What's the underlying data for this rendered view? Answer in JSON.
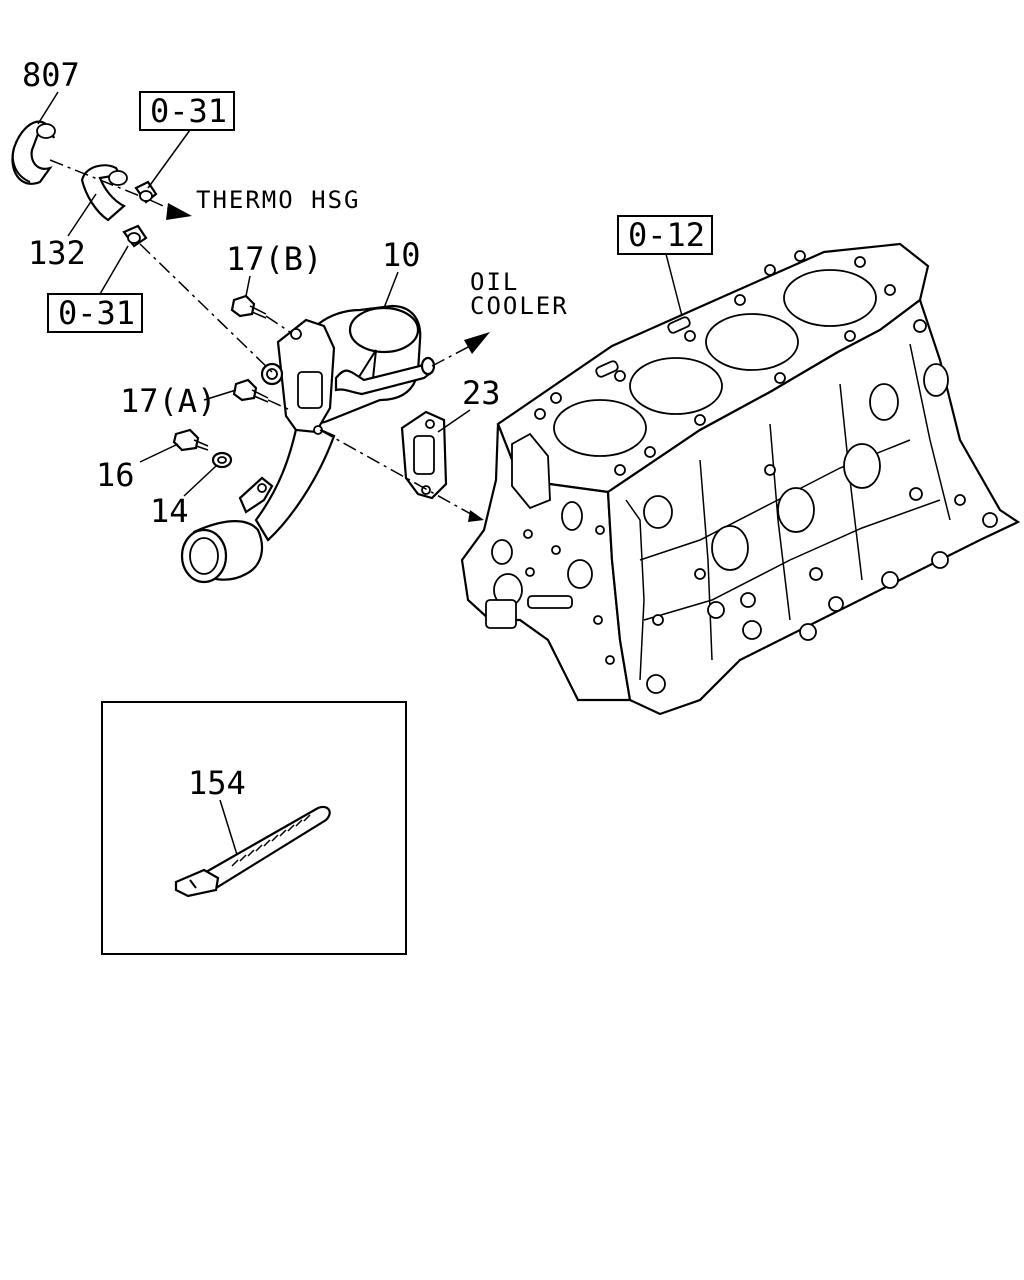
{
  "callouts": {
    "c807": "807",
    "c132": "132",
    "c17b": "17(B)",
    "c10": "10",
    "c17a": "17(A)",
    "c16": "16",
    "c14": "14",
    "c23": "23",
    "c154": "154"
  },
  "references": {
    "ref_top": "0-31",
    "ref_mid": "0-31",
    "ref_block": "0-12"
  },
  "notes": {
    "thermo": "THERMO HSG",
    "oil_line1": "OIL",
    "oil_line2": "COOLER"
  }
}
